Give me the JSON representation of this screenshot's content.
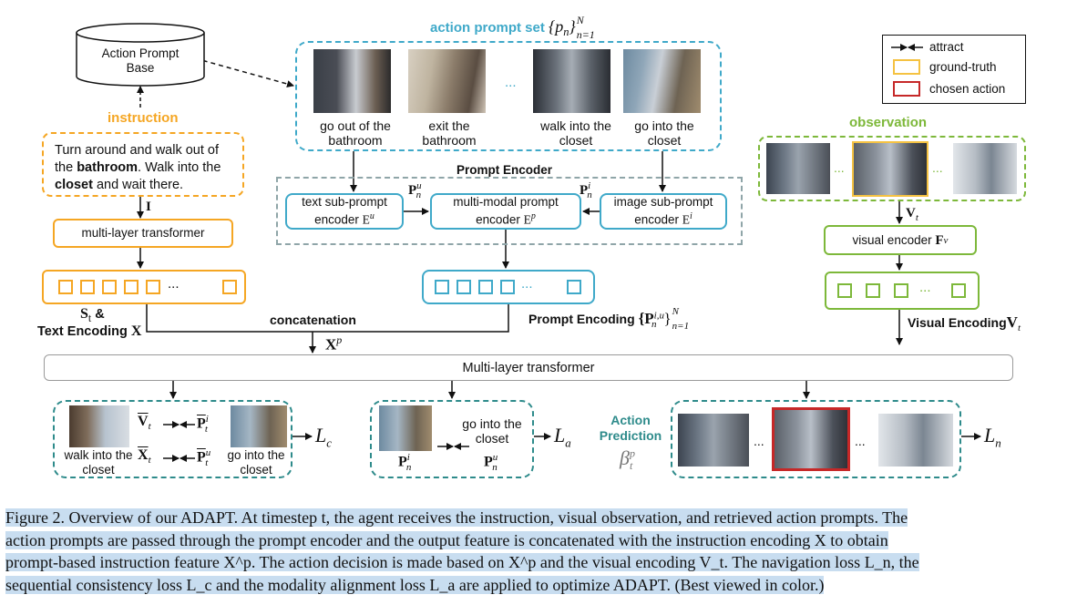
{
  "colors": {
    "orange": "#F5A623",
    "blue": "#3FA9C9",
    "green": "#7DB83A",
    "teal": "#2E8B8B",
    "red": "#C62828",
    "yellow": "#F5C242"
  },
  "apb": {
    "line1": "Action Prompt",
    "line2": "Base"
  },
  "instruction": {
    "title": "instruction",
    "text_parts": [
      "Turn around and walk out of the ",
      "bathroom",
      ". Walk into the ",
      "closet",
      " and wait there."
    ],
    "symbol": "I"
  },
  "mlt_small": "multi-layer transformer",
  "text_enc": {
    "s": "S",
    "t": "t",
    "amp": "&",
    "label": "Text Encoding",
    "x": "X"
  },
  "concatenation": "concatenation",
  "xp": {
    "x": "X",
    "p": "p"
  },
  "action_prompt_set": {
    "label": "action prompt set",
    "math": "{p",
    "sub": "n",
    "sup": "N",
    "subtail": "n=1",
    "close": "}"
  },
  "prompts": [
    "go out of the bathroom",
    "exit the bathroom",
    "walk into the closet",
    "go into the closet"
  ],
  "ellipsis": "...",
  "prompt_encoder": {
    "title": "Prompt Encoder",
    "text_enc": {
      "l1": "text sub-prompt",
      "l2": "encoder",
      "sym": "E",
      "sup": "u"
    },
    "mm_enc": {
      "l1": "multi-modal prompt",
      "l2": "encoder",
      "sym": "E",
      "sup": "p"
    },
    "img_enc": {
      "l1": "image sub-prompt",
      "l2": "encoder",
      "sym": "E",
      "sup": "i"
    },
    "pu": {
      "sym": "P",
      "sup": "u",
      "sub": "n"
    },
    "pi": {
      "sym": "P",
      "sup": "i",
      "sub": "n"
    }
  },
  "prompt_encoding": {
    "label": "Prompt Encoding",
    "sym": "{P",
    "sup": "i,u",
    "sub": "n",
    "close": "}",
    "N": "N",
    "tail": "n=1"
  },
  "legend": {
    "attract": "attract",
    "gt": "ground-truth",
    "chosen": "chosen action"
  },
  "observation": {
    "title": "observation",
    "vt": "V",
    "t": "t"
  },
  "visual_encoder": {
    "label": "visual encoder",
    "sym": "F",
    "sub": "v"
  },
  "visual_encoding": {
    "label": "Visual Encoding",
    "sym": "V",
    "sub": "t"
  },
  "big_mlt": "Multi-layer transformer",
  "loss_c": {
    "vt": "V",
    "pit": "P",
    "pit_sup": "i",
    "xt": "X",
    "put": "P",
    "put_sup": "u",
    "t": "t",
    "left_caption": "walk into the closet",
    "right_caption": "go into the closet",
    "L": "L",
    "sub": "c"
  },
  "loss_a": {
    "text": "go into the closet",
    "pin": "P",
    "pin_sup": "i",
    "pun": "P",
    "pun_sup": "u",
    "n": "n",
    "L": "L",
    "sub": "a"
  },
  "action_pred": {
    "l1": "Action",
    "l2": "Prediction",
    "beta": "β",
    "sup": "p",
    "sub": "t"
  },
  "loss_n": {
    "L": "L",
    "sub": "n"
  },
  "caption_lines": [
    "Figure 2. Overview of our ADAPT. At timestep t, the agent receives the instruction, visual observation, and retrieved action prompts. The",
    "action prompts are passed through the prompt encoder and the output feature is concatenated with the instruction encoding X to obtain",
    "prompt-based instruction feature X^p. The action decision is made based on X^p and the visual encoding V_t. The navigation loss L_n, the",
    "sequential consistency loss L_c and the modality alignment loss L_a are applied to optimize ADAPT. (Best viewed in color.)"
  ]
}
